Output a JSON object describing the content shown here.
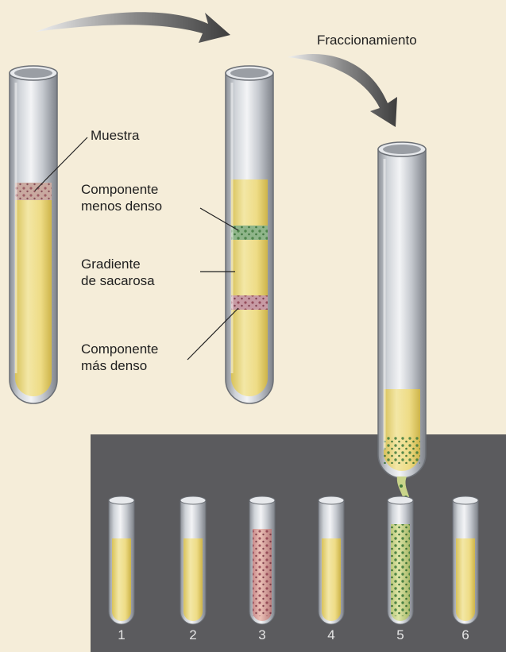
{
  "labels": {
    "fractionation": "Fraccionamiento",
    "sample": "Muestra",
    "less_dense_line1": "Componente",
    "less_dense_line2": "menos denso",
    "gradient_line1": "Gradiente",
    "gradient_line2": "de sacarosa",
    "more_dense_line1": "Componente",
    "more_dense_line2": "más denso"
  },
  "fractions": [
    "1",
    "2",
    "3",
    "4",
    "5",
    "6"
  ],
  "colors": {
    "page_background": "#f5edd9",
    "collection_panel": "#5b5b5e",
    "gradient_fill": "#ecd97a",
    "less_dense_band": "#4f8a4f",
    "more_dense_band": "#8a4a5a",
    "sample_band": "#7a5a5a",
    "arrow": "#5a5a5a"
  }
}
